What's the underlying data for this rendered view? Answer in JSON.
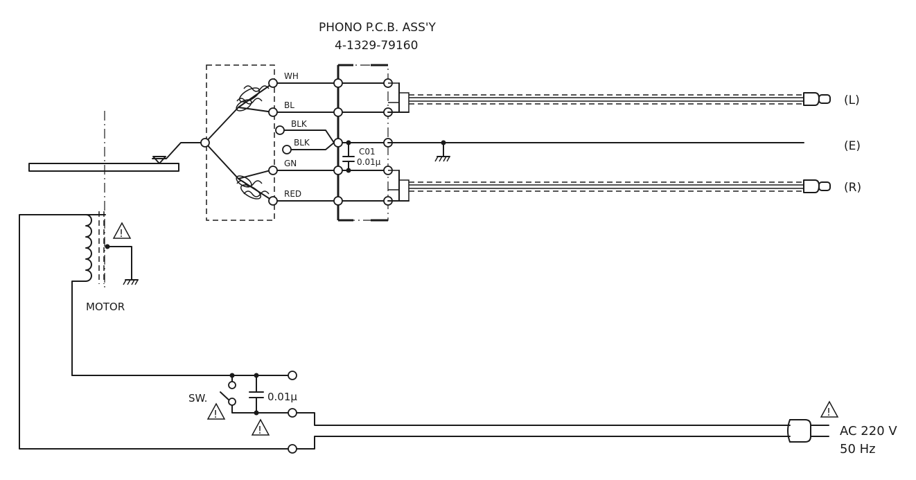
{
  "pcb": {
    "title": "PHONO P.C.B. ASS'Y",
    "part_number": "4-1329-79160"
  },
  "cartridge": {
    "wires": [
      "WH",
      "BL",
      "BLK",
      "BLK",
      "GN",
      "RED"
    ]
  },
  "capacitor_c01": {
    "ref": "C01",
    "value": "0.01μ"
  },
  "outputs": {
    "left": "(L)",
    "earth": "(E)",
    "right": "(R)"
  },
  "motor": {
    "label": "MOTOR"
  },
  "switch": {
    "label": "SW.",
    "capacitor_value": "0.01μ"
  },
  "power": {
    "line1": "AC 220 V",
    "line2": "50 Hz"
  },
  "warning_symbol": "!"
}
